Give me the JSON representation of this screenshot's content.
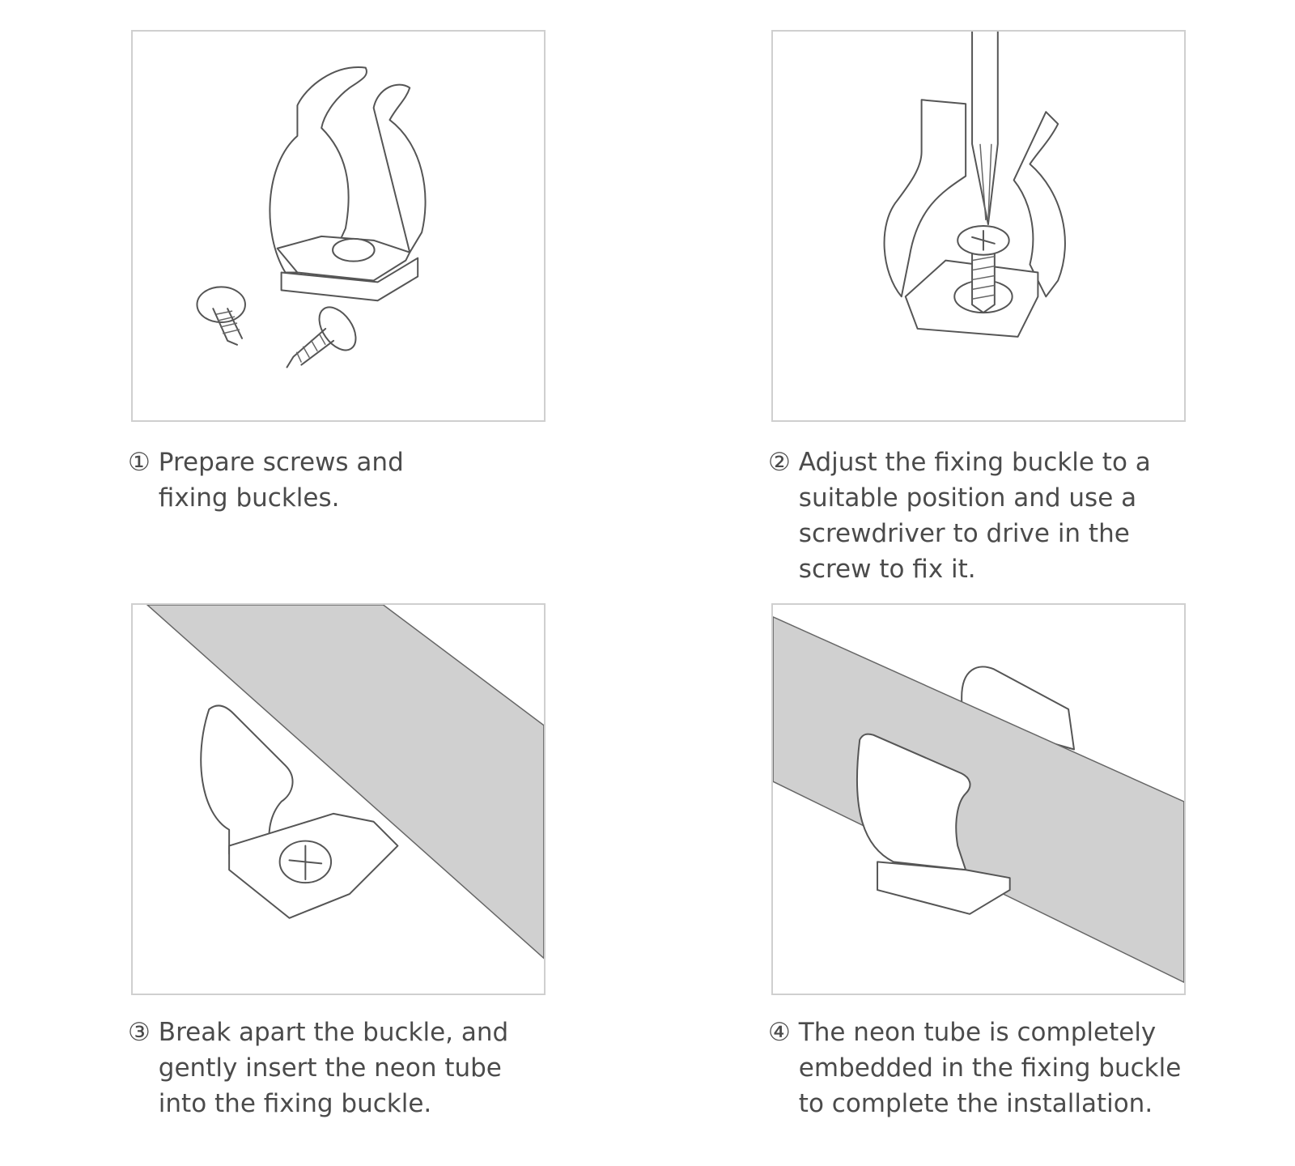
{
  "steps": [
    {
      "number": "①",
      "text": "Prepare screws and\nfixing buckles."
    },
    {
      "number": "②",
      "text": "Adjust the fixing buckle to a\nsuitable position and use a\nscrewdriver to drive in the\nscrew to fix it."
    },
    {
      "number": "③",
      "text": "Break apart the buckle, and\ngently insert the neon tube\ninto the fixing buckle."
    },
    {
      "number": "④",
      "text": "The neon tube is completely\nembedded in the fixing buckle\nto complete the installation."
    }
  ],
  "colors": {
    "border": "#cfcfcf",
    "tube": "#d0d0d0",
    "line": "#555555",
    "text": "#4b4b4b"
  }
}
